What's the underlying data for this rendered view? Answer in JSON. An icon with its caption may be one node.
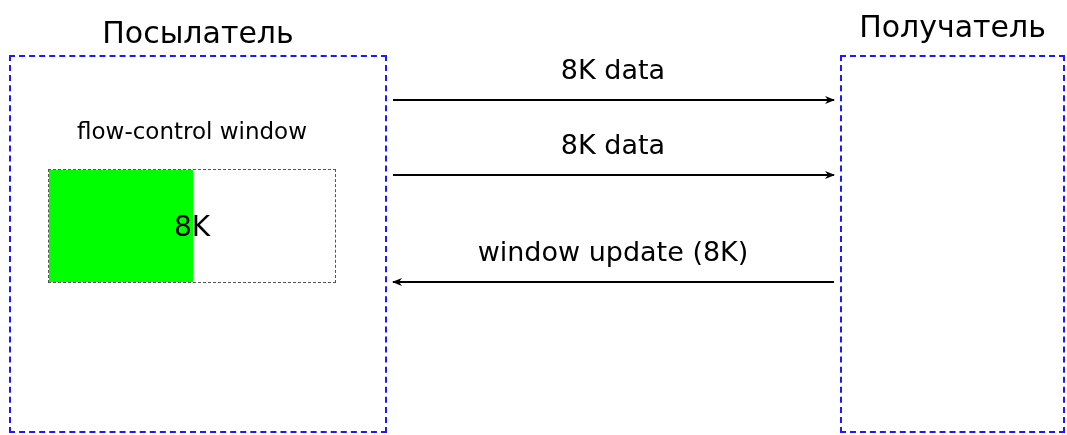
{
  "diagram": {
    "nodes": [
      {
        "text": [
          "Посылатель"
        ]
      },
      {
        "text": [
          "Получатель"
        ]
      },
      {
        "text": [
          "flow-control window",
          "8K"
        ],
        "in": 0
      },
      {
        "text": [],
        "shape": "bar",
        "in": 2
      }
    ],
    "edges": [
      {
        "from": 0,
        "to": 1,
        "arrow": "to",
        "label": "8K data"
      },
      {
        "from": 0,
        "to": 1,
        "arrow": "to",
        "label": "8K data"
      },
      {
        "from": 1,
        "to": 0,
        "arrow": "to",
        "label": "window update (8K)"
      }
    ]
  }
}
